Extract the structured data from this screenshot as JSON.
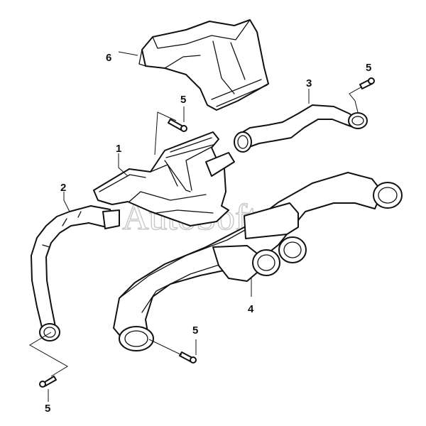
{
  "callouts": {
    "c1": "1",
    "c2": "2",
    "c3": "3",
    "c4": "4",
    "c5a": "5",
    "c5b": "5",
    "c5c": "5",
    "c5d": "5",
    "c6": "6"
  },
  "watermark": "AutoSoft",
  "colors": {
    "line": "#111111",
    "watermark": "#c8c8c8",
    "background": "#ffffff"
  }
}
